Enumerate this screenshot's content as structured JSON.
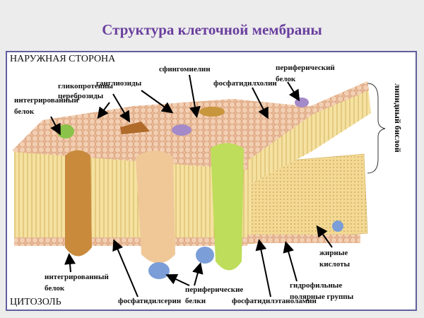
{
  "title": "Структура клеточной мембраны",
  "labels": {
    "outside": "НАРУЖНАЯ СТОРОНА",
    "cytosol": "ЦИТОЗОЛЬ",
    "sphingomyelin": "сфингомиелин",
    "peripheral_protein_top": "периферический белок",
    "phosphatidylcholine": "фосфатидилхолин",
    "glycoproteins": "гликопротеины",
    "gangliosides": "ганглиозиды",
    "cerebrosides": "цереброзиды",
    "integral_protein_top": "интегрированный белок",
    "lipid_bilayer": "липидный бислой",
    "integral_protein_bottom": "интегрированный белок",
    "phosphatidylserine": "фосфатидилсерин",
    "peripheral_proteins_bottom": "периферические белки",
    "phosphatidylethanolamine": "фосфатидилэтаноламин",
    "hydrophilic_heads": "гидрофильные полярные группы",
    "fatty_acids": "жирные кислоты"
  },
  "colors": {
    "title": "#6a3f9e",
    "frame": "#5f5f9e",
    "heads": "#f0c8a8",
    "tails": "#f2d98a"
  }
}
